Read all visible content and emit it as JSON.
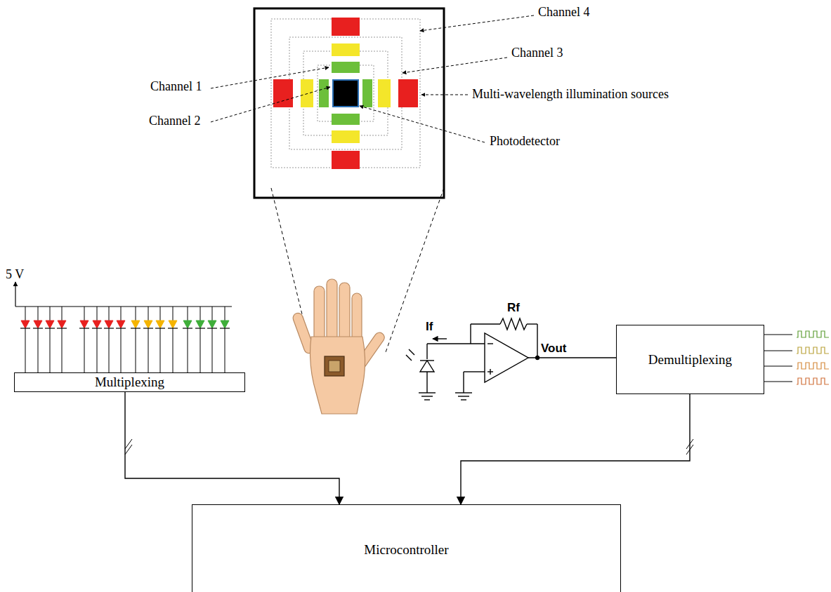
{
  "diagram": {
    "nodes": [
      {
        "text": [
          "Multiplexing"
        ]
      },
      {
        "text": [
          "Demultiplexing"
        ]
      },
      {
        "text": [
          "Microcontroller"
        ]
      }
    ],
    "edges": [
      {
        "from": 0,
        "to": 2,
        "arrow": "to"
      },
      {
        "from": 1,
        "to": 2,
        "arrow": "to"
      }
    ],
    "labels": [
      "Channel 1",
      "Channel 2",
      "Channel 3",
      "Channel 4",
      "Multi-wavelength illumination sources",
      "Photodetector",
      "5 V",
      "Rf",
      "If",
      "Vout"
    ]
  }
}
